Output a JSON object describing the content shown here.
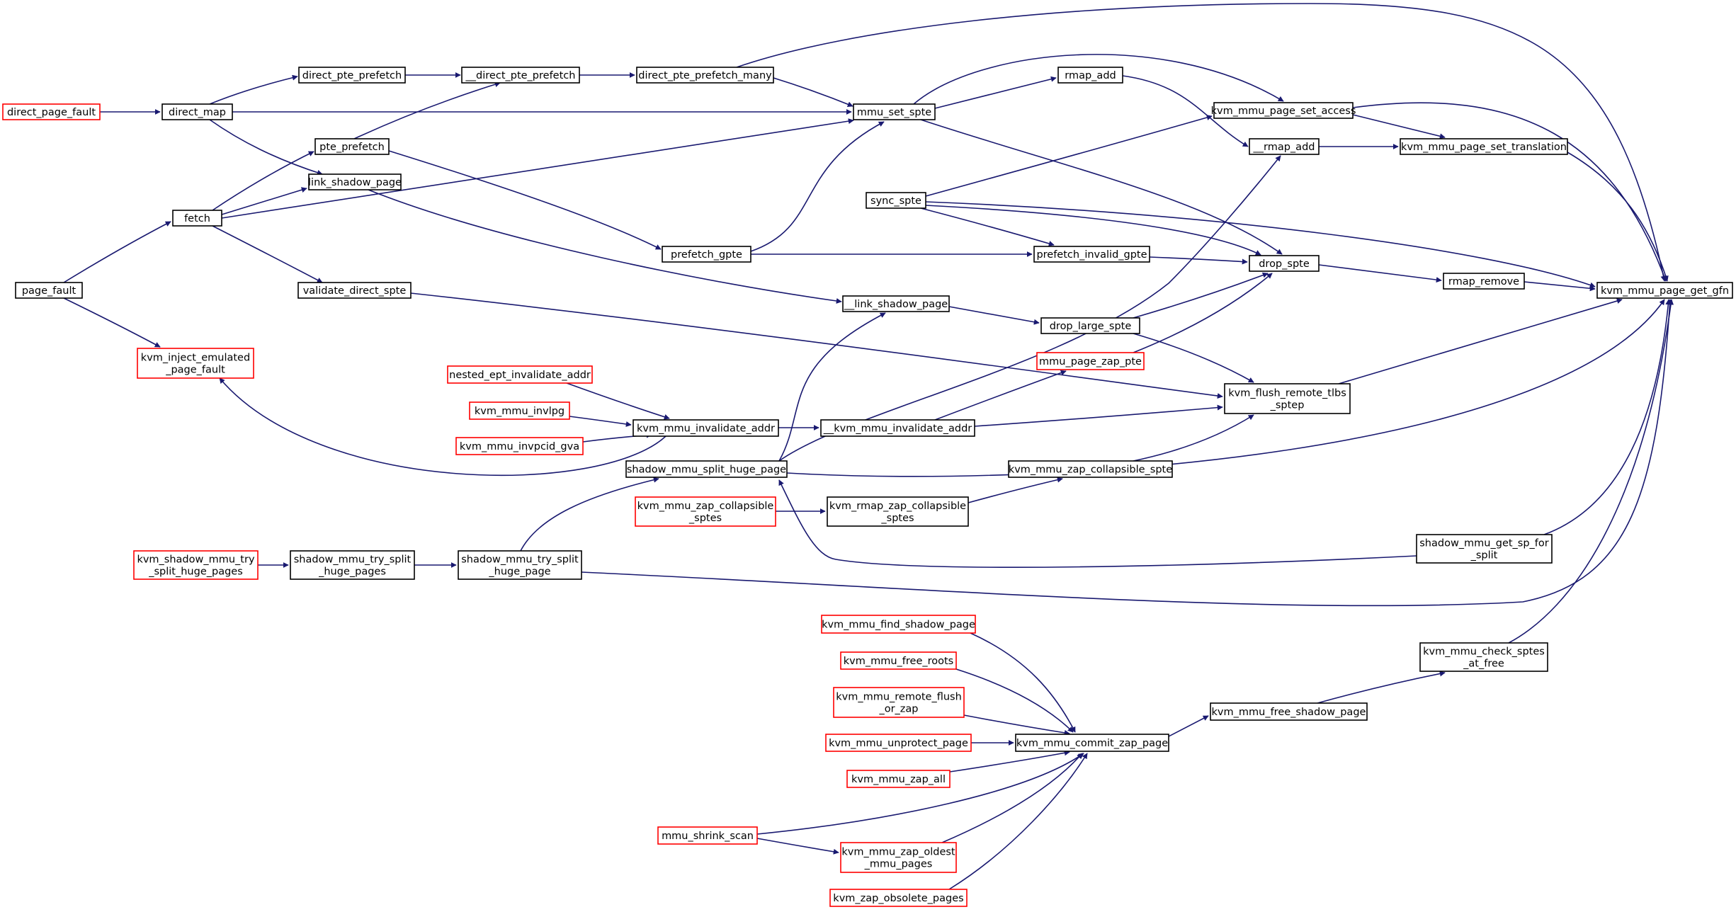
{
  "colors": {
    "edge": "#191970",
    "node_border": "#000000",
    "node_border_missing": "#ff0000",
    "focus_fill": "#bfbfbf"
  },
  "nodes": [
    {
      "id": "direct_page_fault",
      "lines": [
        "direct_page_fault"
      ],
      "style": "red"
    },
    {
      "id": "direct_map",
      "lines": [
        "direct_map"
      ],
      "style": "black"
    },
    {
      "id": "direct_pte_prefetch",
      "lines": [
        "direct_pte_prefetch"
      ],
      "style": "black"
    },
    {
      "id": "__direct_pte_prefetch",
      "lines": [
        "__direct_pte_prefetch"
      ],
      "style": "black"
    },
    {
      "id": "direct_pte_prefetch_many",
      "lines": [
        "direct_pte_prefetch_many"
      ],
      "style": "black"
    },
    {
      "id": "mmu_set_spte",
      "lines": [
        "mmu_set_spte"
      ],
      "style": "black"
    },
    {
      "id": "rmap_add",
      "lines": [
        "rmap_add"
      ],
      "style": "black"
    },
    {
      "id": "kvm_mmu_page_set_access",
      "lines": [
        "kvm_mmu_page_set_access"
      ],
      "style": "black"
    },
    {
      "id": "__rmap_add",
      "lines": [
        "__rmap_add"
      ],
      "style": "black"
    },
    {
      "id": "kvm_mmu_page_set_translation",
      "lines": [
        "kvm_mmu_page_set_translation"
      ],
      "style": "black"
    },
    {
      "id": "pte_prefetch",
      "lines": [
        "pte_prefetch"
      ],
      "style": "black"
    },
    {
      "id": "link_shadow_page",
      "lines": [
        "link_shadow_page"
      ],
      "style": "black"
    },
    {
      "id": "fetch",
      "lines": [
        "fetch"
      ],
      "style": "black"
    },
    {
      "id": "sync_spte",
      "lines": [
        "sync_spte"
      ],
      "style": "black"
    },
    {
      "id": "prefetch_gpte",
      "lines": [
        "prefetch_gpte"
      ],
      "style": "black"
    },
    {
      "id": "prefetch_invalid_gpte",
      "lines": [
        "prefetch_invalid_gpte"
      ],
      "style": "black"
    },
    {
      "id": "drop_spte",
      "lines": [
        "drop_spte"
      ],
      "style": "black"
    },
    {
      "id": "rmap_remove",
      "lines": [
        "rmap_remove"
      ],
      "style": "black"
    },
    {
      "id": "kvm_mmu_page_get_gfn",
      "lines": [
        "kvm_mmu_page_get_gfn"
      ],
      "style": "focus"
    },
    {
      "id": "page_fault",
      "lines": [
        "page_fault"
      ],
      "style": "black"
    },
    {
      "id": "validate_direct_spte",
      "lines": [
        "validate_direct_spte"
      ],
      "style": "black"
    },
    {
      "id": "__link_shadow_page",
      "lines": [
        "__link_shadow_page"
      ],
      "style": "black"
    },
    {
      "id": "drop_large_spte",
      "lines": [
        "drop_large_spte"
      ],
      "style": "black"
    },
    {
      "id": "mmu_page_zap_pte",
      "lines": [
        "mmu_page_zap_pte"
      ],
      "style": "red"
    },
    {
      "id": "kvm_inject_emulated_page_fault",
      "lines": [
        "kvm_inject_emulated",
        "_page_fault"
      ],
      "style": "red"
    },
    {
      "id": "nested_ept_invalidate_addr",
      "lines": [
        "nested_ept_invalidate_addr"
      ],
      "style": "red"
    },
    {
      "id": "kvm_mmu_invlpg",
      "lines": [
        "kvm_mmu_invlpg"
      ],
      "style": "red"
    },
    {
      "id": "kvm_mmu_invpcid_gva",
      "lines": [
        "kvm_mmu_invpcid_gva"
      ],
      "style": "red"
    },
    {
      "id": "kvm_mmu_invalidate_addr",
      "lines": [
        "kvm_mmu_invalidate_addr"
      ],
      "style": "black"
    },
    {
      "id": "__kvm_mmu_invalidate_addr",
      "lines": [
        "__kvm_mmu_invalidate_addr"
      ],
      "style": "black"
    },
    {
      "id": "kvm_flush_remote_tlbs_sptep",
      "lines": [
        "kvm_flush_remote_tlbs",
        "_sptep"
      ],
      "style": "black"
    },
    {
      "id": "shadow_mmu_split_huge_page",
      "lines": [
        "shadow_mmu_split_huge_page"
      ],
      "style": "black"
    },
    {
      "id": "kvm_mmu_zap_collapsible_spte",
      "lines": [
        "kvm_mmu_zap_collapsible_spte"
      ],
      "style": "black"
    },
    {
      "id": "kvm_mmu_zap_collapsible_sptes",
      "lines": [
        "kvm_mmu_zap_collapsible",
        "_sptes"
      ],
      "style": "red"
    },
    {
      "id": "kvm_rmap_zap_collapsible_sptes",
      "lines": [
        "kvm_rmap_zap_collapsible",
        "_sptes"
      ],
      "style": "black"
    },
    {
      "id": "kvm_shadow_mmu_try_split_huge_pages",
      "lines": [
        "kvm_shadow_mmu_try",
        "_split_huge_pages"
      ],
      "style": "red"
    },
    {
      "id": "shadow_mmu_try_split_huge_pages",
      "lines": [
        "shadow_mmu_try_split",
        "_huge_pages"
      ],
      "style": "black"
    },
    {
      "id": "shadow_mmu_try_split_huge_page",
      "lines": [
        "shadow_mmu_try_split",
        "_huge_page"
      ],
      "style": "black"
    },
    {
      "id": "shadow_mmu_get_sp_for_split",
      "lines": [
        "shadow_mmu_get_sp_for",
        "_split"
      ],
      "style": "black"
    },
    {
      "id": "kvm_mmu_find_shadow_page",
      "lines": [
        "kvm_mmu_find_shadow_page"
      ],
      "style": "red"
    },
    {
      "id": "kvm_mmu_free_roots",
      "lines": [
        "kvm_mmu_free_roots"
      ],
      "style": "red"
    },
    {
      "id": "kvm_mmu_remote_flush_or_zap",
      "lines": [
        "kvm_mmu_remote_flush",
        "_or_zap"
      ],
      "style": "red"
    },
    {
      "id": "kvm_mmu_unprotect_page",
      "lines": [
        "kvm_mmu_unprotect_page"
      ],
      "style": "red"
    },
    {
      "id": "kvm_mmu_zap_all",
      "lines": [
        "kvm_mmu_zap_all"
      ],
      "style": "red"
    },
    {
      "id": "mmu_shrink_scan",
      "lines": [
        "mmu_shrink_scan"
      ],
      "style": "red"
    },
    {
      "id": "kvm_mmu_zap_oldest_mmu_pages",
      "lines": [
        "kvm_mmu_zap_oldest",
        "_mmu_pages"
      ],
      "style": "red"
    },
    {
      "id": "kvm_zap_obsolete_pages",
      "lines": [
        "kvm_zap_obsolete_pages"
      ],
      "style": "red"
    },
    {
      "id": "kvm_mmu_commit_zap_page",
      "lines": [
        "kvm_mmu_commit_zap_page"
      ],
      "style": "black"
    },
    {
      "id": "kvm_mmu_free_shadow_page",
      "lines": [
        "kvm_mmu_free_shadow_page"
      ],
      "style": "black"
    },
    {
      "id": "kvm_mmu_check_sptes_at_free",
      "lines": [
        "kvm_mmu_check_sptes",
        "_at_free"
      ],
      "style": "black"
    }
  ],
  "edges": [
    [
      "direct_page_fault",
      "direct_map"
    ],
    [
      "direct_map",
      "direct_pte_prefetch"
    ],
    [
      "direct_map",
      "mmu_set_spte"
    ],
    [
      "direct_map",
      "link_shadow_page"
    ],
    [
      "direct_pte_prefetch",
      "__direct_pte_prefetch"
    ],
    [
      "__direct_pte_prefetch",
      "direct_pte_prefetch_many"
    ],
    [
      "direct_pte_prefetch_many",
      "mmu_set_spte"
    ],
    [
      "direct_pte_prefetch_many",
      "kvm_mmu_page_get_gfn"
    ],
    [
      "mmu_set_spte",
      "rmap_add"
    ],
    [
      "mmu_set_spte",
      "kvm_mmu_page_set_access"
    ],
    [
      "mmu_set_spte",
      "drop_spte"
    ],
    [
      "rmap_add",
      "__rmap_add"
    ],
    [
      "kvm_mmu_page_set_access",
      "kvm_mmu_page_set_translation"
    ],
    [
      "kvm_mmu_page_set_access",
      "kvm_mmu_page_get_gfn"
    ],
    [
      "__rmap_add",
      "kvm_mmu_page_set_translation"
    ],
    [
      "kvm_mmu_page_set_translation",
      "kvm_mmu_page_get_gfn"
    ],
    [
      "pte_prefetch",
      "__direct_pte_prefetch"
    ],
    [
      "pte_prefetch",
      "prefetch_gpte"
    ],
    [
      "link_shadow_page",
      "__link_shadow_page"
    ],
    [
      "fetch",
      "pte_prefetch"
    ],
    [
      "fetch",
      "link_shadow_page"
    ],
    [
      "fetch",
      "mmu_set_spte"
    ],
    [
      "fetch",
      "validate_direct_spte"
    ],
    [
      "page_fault",
      "fetch"
    ],
    [
      "page_fault",
      "kvm_inject_emulated_page_fault"
    ],
    [
      "sync_spte",
      "kvm_mmu_page_set_access"
    ],
    [
      "sync_spte",
      "prefetch_invalid_gpte"
    ],
    [
      "sync_spte",
      "drop_spte"
    ],
    [
      "sync_spte",
      "kvm_mmu_page_get_gfn"
    ],
    [
      "prefetch_gpte",
      "mmu_set_spte"
    ],
    [
      "prefetch_gpte",
      "prefetch_invalid_gpte"
    ],
    [
      "prefetch_invalid_gpte",
      "drop_spte"
    ],
    [
      "drop_spte",
      "rmap_remove"
    ],
    [
      "rmap_remove",
      "kvm_mmu_page_get_gfn"
    ],
    [
      "validate_direct_spte",
      "kvm_flush_remote_tlbs_sptep"
    ],
    [
      "__link_shadow_page",
      "drop_large_spte"
    ],
    [
      "drop_large_spte",
      "drop_spte"
    ],
    [
      "drop_large_spte",
      "kvm_flush_remote_tlbs_sptep"
    ],
    [
      "mmu_page_zap_pte",
      "drop_spte"
    ],
    [
      "kvm_mmu_invalidate_addr",
      "kvm_inject_emulated_page_fault"
    ],
    [
      "nested_ept_invalidate_addr",
      "kvm_mmu_invalidate_addr"
    ],
    [
      "kvm_mmu_invlpg",
      "kvm_mmu_invalidate_addr"
    ],
    [
      "kvm_mmu_invpcid_gva",
      "kvm_mmu_invalidate_addr"
    ],
    [
      "kvm_mmu_invalidate_addr",
      "__kvm_mmu_invalidate_addr"
    ],
    [
      "__kvm_mmu_invalidate_addr",
      "mmu_page_zap_pte"
    ],
    [
      "__kvm_mmu_invalidate_addr",
      "kvm_flush_remote_tlbs_sptep"
    ],
    [
      "kvm_flush_remote_tlbs_sptep",
      "kvm_mmu_page_get_gfn"
    ],
    [
      "shadow_mmu_split_huge_page",
      "__link_shadow_page"
    ],
    [
      "shadow_mmu_split_huge_page",
      "__rmap_add"
    ],
    [
      "shadow_mmu_split_huge_page",
      "kvm_mmu_page_get_gfn"
    ],
    [
      "kvm_mmu_zap_collapsible_spte",
      "kvm_flush_remote_tlbs_sptep"
    ],
    [
      "kvm_mmu_zap_collapsible_sptes",
      "kvm_rmap_zap_collapsible_sptes"
    ],
    [
      "kvm_rmap_zap_collapsible_sptes",
      "kvm_mmu_zap_collapsible_spte"
    ],
    [
      "kvm_shadow_mmu_try_split_huge_pages",
      "shadow_mmu_try_split_huge_pages"
    ],
    [
      "shadow_mmu_try_split_huge_pages",
      "shadow_mmu_try_split_huge_page"
    ],
    [
      "shadow_mmu_try_split_huge_page",
      "shadow_mmu_split_huge_page"
    ],
    [
      "shadow_mmu_try_split_huge_page",
      "kvm_mmu_page_get_gfn"
    ],
    [
      "shadow_mmu_get_sp_for_split",
      "shadow_mmu_split_huge_page"
    ],
    [
      "shadow_mmu_get_sp_for_split",
      "kvm_mmu_page_get_gfn"
    ],
    [
      "kvm_mmu_find_shadow_page",
      "kvm_mmu_commit_zap_page"
    ],
    [
      "kvm_mmu_free_roots",
      "kvm_mmu_commit_zap_page"
    ],
    [
      "kvm_mmu_remote_flush_or_zap",
      "kvm_mmu_commit_zap_page"
    ],
    [
      "kvm_mmu_unprotect_page",
      "kvm_mmu_commit_zap_page"
    ],
    [
      "kvm_mmu_zap_all",
      "kvm_mmu_commit_zap_page"
    ],
    [
      "mmu_shrink_scan",
      "kvm_mmu_commit_zap_page"
    ],
    [
      "mmu_shrink_scan",
      "kvm_mmu_zap_oldest_mmu_pages"
    ],
    [
      "kvm_mmu_zap_oldest_mmu_pages",
      "kvm_mmu_commit_zap_page"
    ],
    [
      "kvm_zap_obsolete_pages",
      "kvm_mmu_commit_zap_page"
    ],
    [
      "kvm_mmu_commit_zap_page",
      "kvm_mmu_free_shadow_page"
    ],
    [
      "kvm_mmu_free_shadow_page",
      "kvm_mmu_check_sptes_at_free"
    ],
    [
      "kvm_mmu_check_sptes_at_free",
      "kvm_mmu_page_get_gfn"
    ]
  ]
}
